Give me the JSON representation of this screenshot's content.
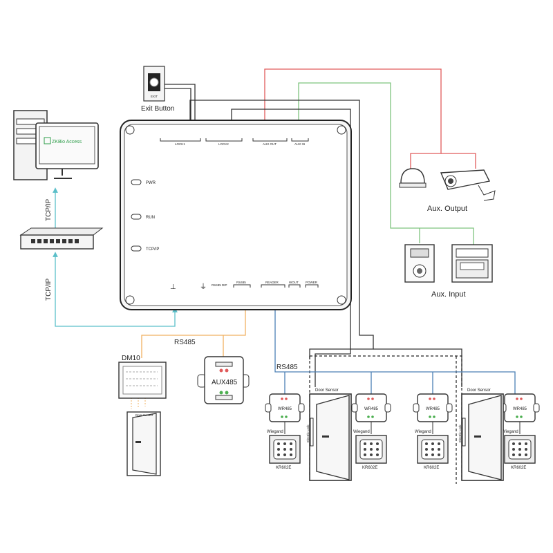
{
  "software": {
    "logo_text": "ZKBio Access"
  },
  "exit_button": {
    "label": "Exit Button",
    "face_text": "EXIT"
  },
  "panel": {
    "leds": [
      "PWR",
      "RUN",
      "TCP/IP"
    ],
    "top_groups": [
      "LOCK1",
      "LOCK2",
      "AUX OUT",
      "AUX IN"
    ],
    "bottom_groups": [
      "RS485 DIP",
      "RS485",
      "READER",
      "WOUT",
      "POWER"
    ]
  },
  "links": {
    "tcpip_upper": "TCP/IP",
    "tcpip_lower": "TCP/IP",
    "rs485_left": "RS485",
    "rs485_right": "RS485"
  },
  "aux_output": {
    "label": "Aux. Output"
  },
  "aux_input": {
    "label": "Aux. Input"
  },
  "dm10": {
    "label": "DM10",
    "door_sensor": "Door Sensor"
  },
  "aux485": {
    "label": "AUX485"
  },
  "readers": [
    {
      "module": "WR485",
      "wiegand": "Wiegand",
      "model": "KR602E"
    },
    {
      "module": "WR485",
      "wiegand": "Wiegand",
      "model": "KR602E"
    },
    {
      "module": "WR485",
      "wiegand": "Wiegand",
      "model": "KR602E"
    },
    {
      "module": "WR485",
      "wiegand": "Wiegand",
      "model": "KR602E"
    }
  ],
  "doors": [
    {
      "sensor": "Door Sensor",
      "lock": "Electric Lock"
    },
    {
      "sensor": "Door Sensor",
      "lock": "Electric Lock"
    }
  ],
  "wire_colors": {
    "red": "#e05a5a",
    "green": "#7ec47e",
    "cyan": "#5bbfc9",
    "orange": "#f0b060",
    "blue": "#4a7fb5",
    "black": "#333333"
  }
}
